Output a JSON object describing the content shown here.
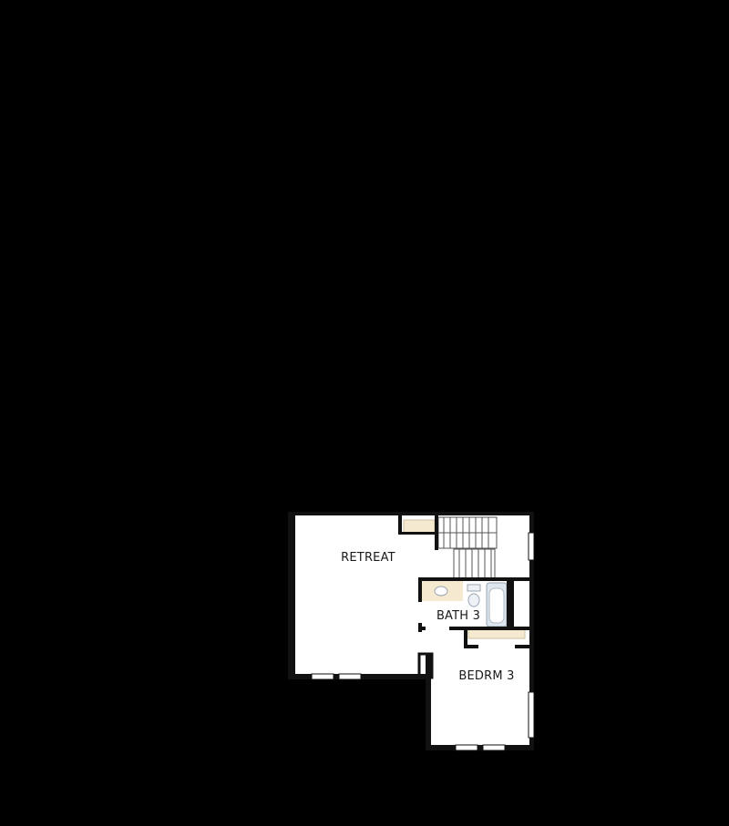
{
  "floorplan": {
    "background_color": "#000000",
    "floor_color": "#ffffff",
    "wall_color": "#111111",
    "cabinet_color": "#f5ead0",
    "fixture_color": "#dde6ee",
    "rooms": [
      {
        "id": "retreat",
        "label": "RETREAT"
      },
      {
        "id": "bath3",
        "label": "BATH 3"
      },
      {
        "id": "bedrm3",
        "label": "BEDRM 3"
      }
    ]
  }
}
